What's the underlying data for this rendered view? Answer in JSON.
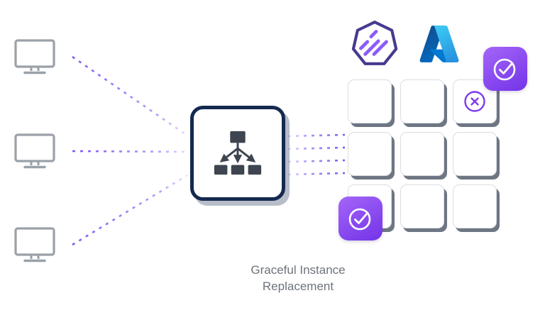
{
  "caption": "Graceful Instance Replacement",
  "colors": {
    "accent_purple": "#7c3aed",
    "accent_purple_light": "#8b5cf6",
    "badge_gradient_start": "#a263f8",
    "badge_gradient_end": "#7536e8",
    "box_border_navy": "#14294f",
    "icon_charcoal": "#3e4550",
    "monitor_outline": "#9aa1a8",
    "cell_shadow_gray": "#6d7682",
    "caption_gray": "#6e747c",
    "azure_blue": "#0078d4"
  },
  "icons": {
    "client": "monitor-icon",
    "router": "load-balancer-icon",
    "platform": "heptagon-streak-logo",
    "cloud": "azure-logo",
    "healthy_instance": "check-circle-badge",
    "terminating_instance": "x-circle-icon"
  },
  "clients": {
    "count": 3
  },
  "grid": {
    "rows": 3,
    "cols": 3,
    "terminating_cell": {
      "row": 0,
      "col": 2
    }
  }
}
